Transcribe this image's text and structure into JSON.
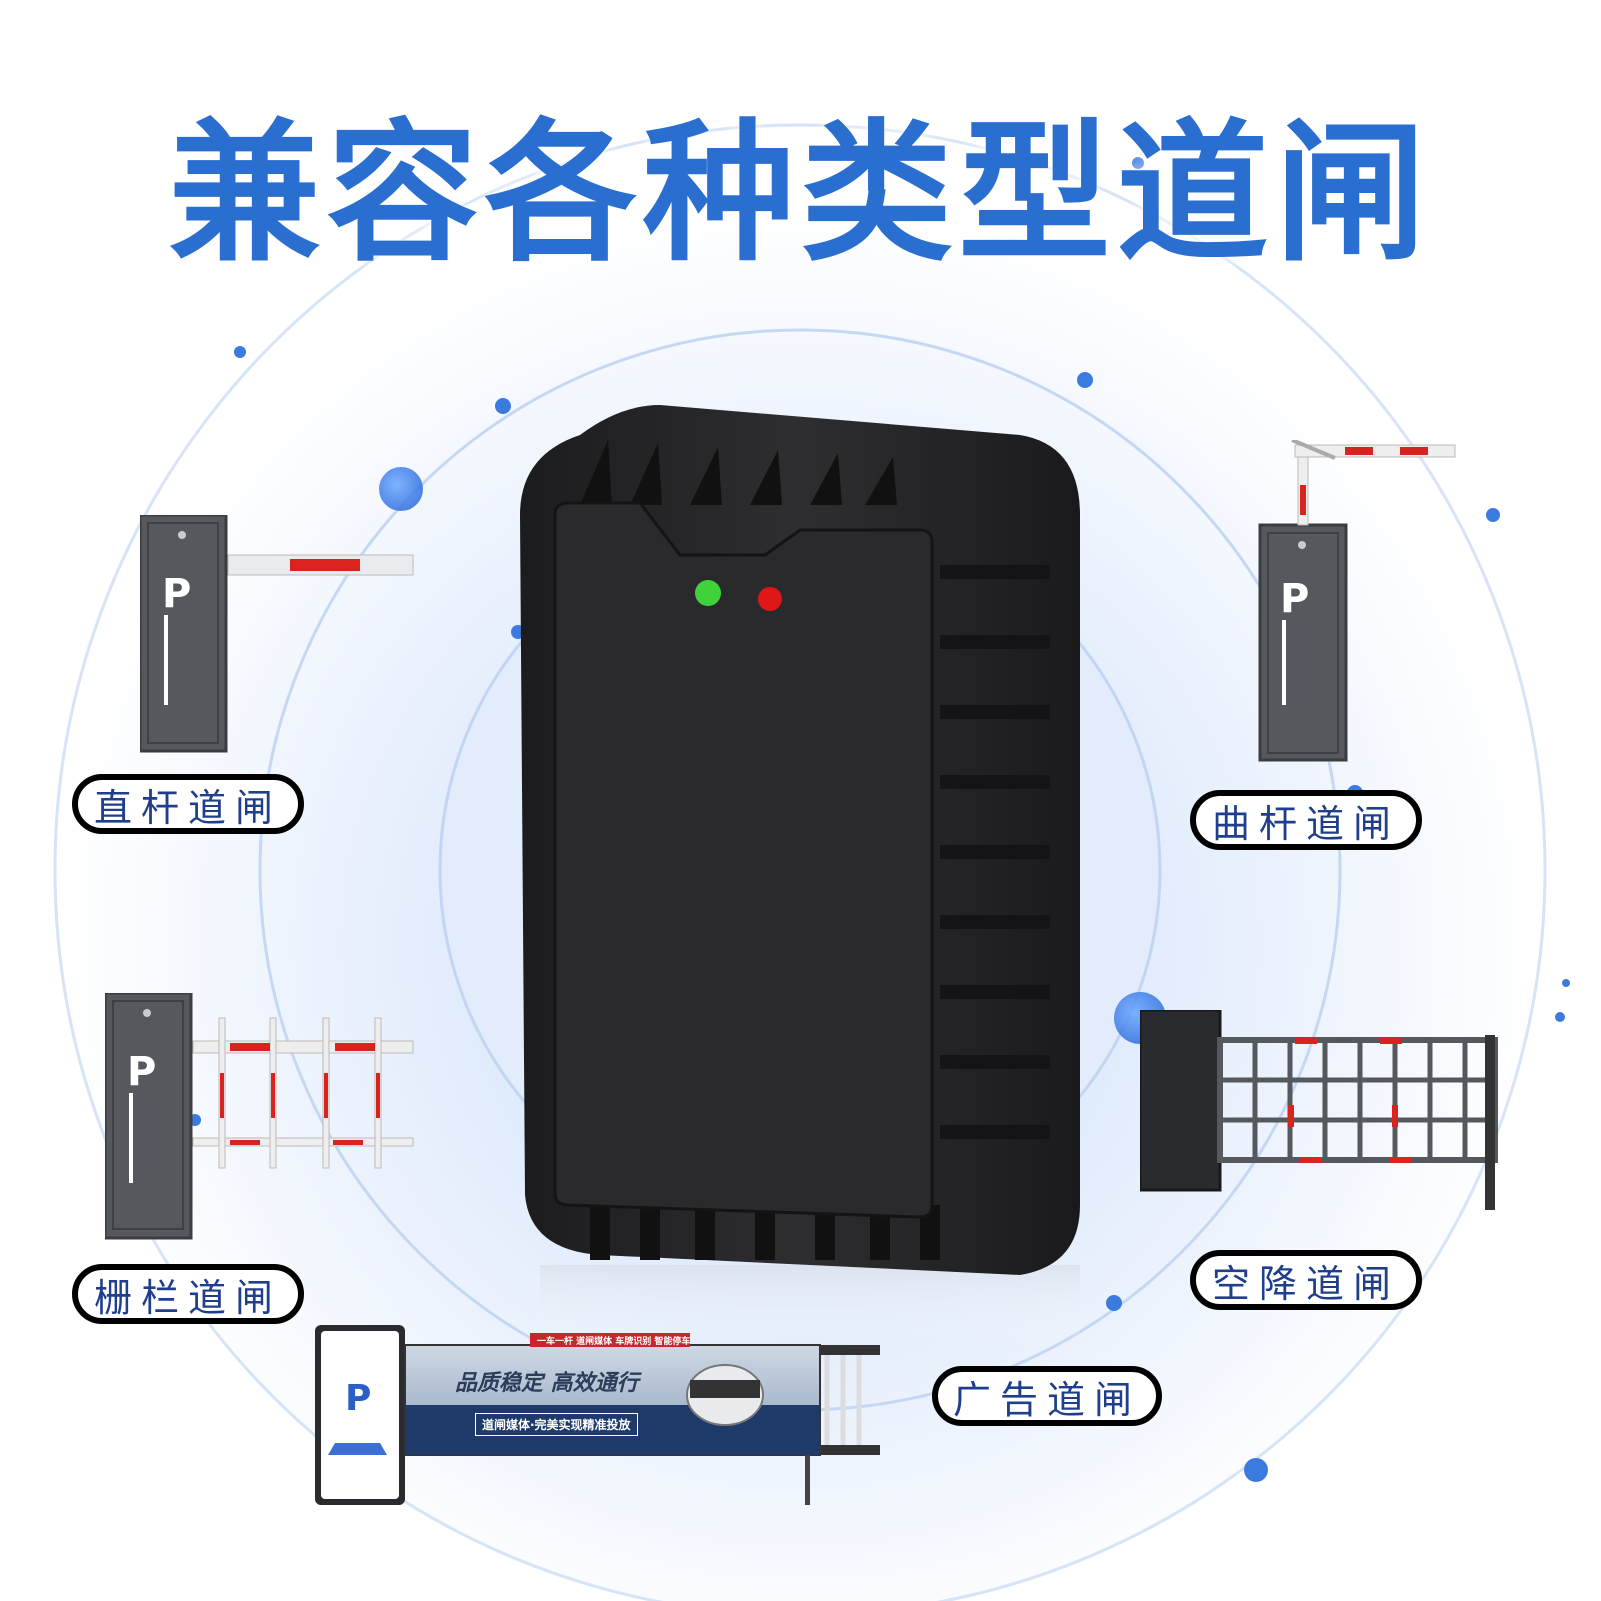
{
  "headline": "兼容各种类型道闸",
  "labels": {
    "straight_pole": "直杆道闸",
    "curved_pole": "曲杆道闸",
    "fence": "栅栏道闸",
    "airdrop": "空降道闸",
    "advertising": "广告道闸"
  },
  "gate_logo_letter": "P",
  "ad_gate": {
    "banner_top": "一车一杆 道闸媒体 车牌识别 智能停车",
    "slogan": "品质稳定  高效通行",
    "sub_slogan": "道闸媒体·完美实现精准投放"
  },
  "device_leds": {
    "left": "green",
    "right": "red"
  },
  "colors": {
    "headline_blue": "#2a6fd0",
    "label_text": "#1f3f8c",
    "device_body": "#2a2a2c",
    "gate_body": "#55585d",
    "barrier_red": "#d8231f"
  }
}
